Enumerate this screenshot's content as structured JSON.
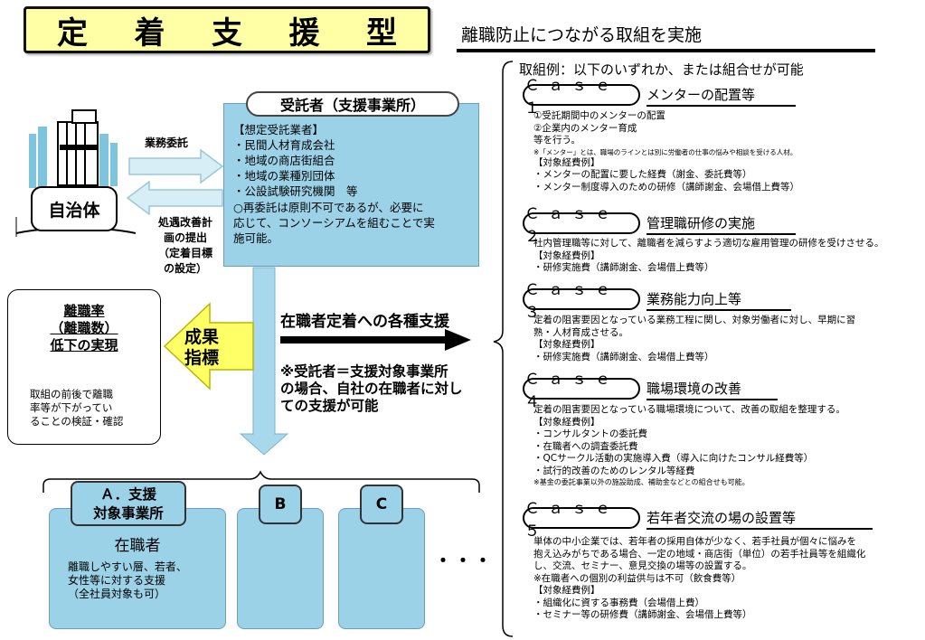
{
  "title_chars": [
    "定",
    "着",
    "支",
    "援",
    "型"
  ],
  "subtitle": "離職防止につながる取組を実施",
  "jichitai": "自治体",
  "gyomu_itaku": "業務委託",
  "shogu_lines": [
    "処遇改善計",
    "画の提出",
    "（定着目標",
    "の設定）"
  ],
  "jutaku": {
    "header": "受託者（支援事業所）",
    "lines": [
      "【想定受託業者】",
      "・民間人材育成会社",
      "・地域の商店街組合",
      "・地域の業種別団体",
      "・公設試験研究機関　等"
    ],
    "note_lines": [
      "○再委託は原則不可であるが、必要に",
      "応じて、コンソーシアムを組むことで実",
      "施可能。"
    ]
  },
  "rishoku": {
    "lines": [
      "離職率",
      "（離職数）",
      "低下の実現"
    ],
    "check_lines": [
      "取組の前後で離職",
      "率等が下がってい",
      "ることの検証・確認"
    ]
  },
  "seika_lines": [
    "成果",
    "指標"
  ],
  "zaishoku_support": "在職者定着への各種支援",
  "note_lines": [
    "※受託者＝支援対象事業所",
    "の場合、自社の在職者に対し",
    "ての支援が可能"
  ],
  "target_a": {
    "label_lines": [
      "Ａ．支援",
      "対象事業所"
    ],
    "title": "在職者",
    "lines": [
      "離職しやすい層、若者、",
      "女性等に対する支援",
      "（全社員対象も可）"
    ]
  },
  "target_b": "B",
  "target_c": "C",
  "dots": "・・・",
  "examples_header": "取組例：以下のいずれか、または組合せが可能",
  "cases": [
    {
      "label": "Ｃａｓｅ１",
      "title": "メンターの配置等",
      "lines": [
        "①受託期間中のメンターの配置",
        "②企業内のメンター育成",
        "等を行う。"
      ],
      "note": "※「メンター」とは、職場のラインとは別に労働者の仕事の悩みや相談を受ける人材。",
      "lines2": [
        "【対象経費例】",
        "・メンターの配置に要した経費（謝金、委託費等）",
        "・メンター制度導入のための研修（講師謝金、会場借上費等）"
      ]
    },
    {
      "label": "Ｃａｓｅ２",
      "title": "管理職研修の実施",
      "lines": [
        "社内管理職等に対して、離職者を減らすよう適切な雇用管理の研修を受けさせる。",
        "【対象経費例】",
        "・研修実施費（講師謝金、会場借上費等）"
      ]
    },
    {
      "label": "Ｃａｓｅ３",
      "title": "業務能力向上等",
      "lines": [
        "定着の阻害要因となっている業務工程に関し、対象労働者に対し、早期に習",
        "熟・人材育成させる。",
        "【対象経費例】",
        "・研修実施費（講師謝金、会場借上費等）"
      ]
    },
    {
      "label": "Ｃａｓｅ４",
      "title": "職場環境の改善",
      "lines": [
        "定着の阻害要因となっている職場環境について、改善の取組を整理する。",
        "【対象経費例】",
        "・コンサルタントの委託費",
        "・在職者への調査委託費",
        "・QCサークル活動の実施導入費（導入に向けたコンサル経費等）",
        "・試行的改善のためのレンタル等経費"
      ],
      "note": "※基金の委託事業以外の施設助成、補助金などとの組合せも可能。"
    },
    {
      "label": "Ｃａｓｅ５",
      "title": "若年者交流の場の設置等",
      "lines": [
        "単体の中小企業では、若年者の採用自体が少なく、若手社員が個々に悩みを",
        "抱え込みがちである場合、一定の地域・商店街（単位）の若手社員等を組織化",
        "し、交流、セミナー、意見交換の場等の設置する。",
        "※在職者への個別の利益供与は不可（飲食費等）",
        "【対象経費例】",
        "・組織化に資する事務費（会場借上費）",
        "・セミナー等の研修費（講師謝金、会場借上費等）"
      ]
    }
  ],
  "colors": {
    "title_bg": "#ffffa6",
    "light_blue": "#9cd2e8",
    "yellow_arrow": "#ffff66"
  }
}
